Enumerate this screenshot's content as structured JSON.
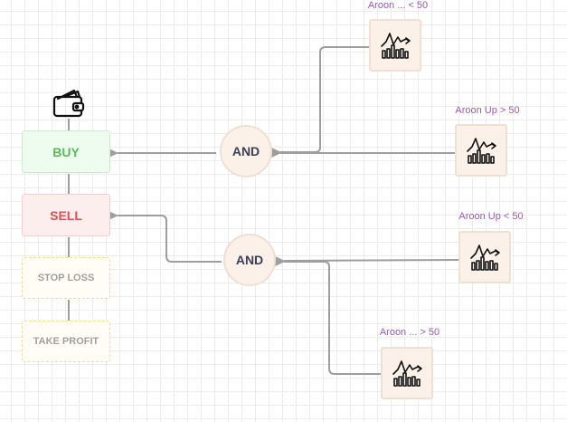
{
  "actions": {
    "buy": "BUY",
    "sell": "SELL",
    "stop_loss": "STOP LOSS",
    "take_profit": "TAKE PROFIT"
  },
  "operators": {
    "and_top": "AND",
    "and_bottom": "AND"
  },
  "indicators": [
    {
      "label": "Aroon ... < 50"
    },
    {
      "label": "Aroon Up > 50"
    },
    {
      "label": "Aroon Up < 50"
    },
    {
      "label": "Aroon ... > 50"
    }
  ],
  "colors": {
    "wire": "#9e9e9e",
    "buy_text": "#5cb85c",
    "sell_text": "#d9534f",
    "label": "#9b59b6",
    "operator_text": "#3a3f55"
  }
}
